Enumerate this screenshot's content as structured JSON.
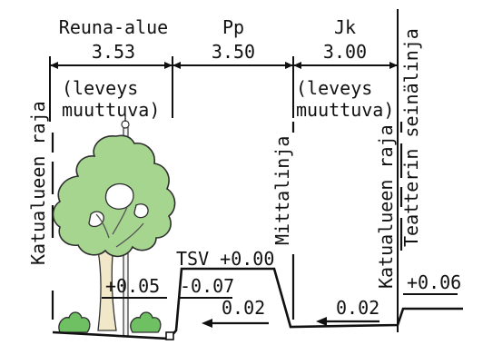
{
  "sections": [
    {
      "name": "Reuna-alue",
      "width": "3.53",
      "note_line1": "(leveys",
      "note_line2": "muuttuva)"
    },
    {
      "name": "Pp",
      "width": "3.50"
    },
    {
      "name": "Jk",
      "width": "3.00",
      "note_line1": "(leveys",
      "note_line2": "muuttuva)"
    }
  ],
  "vertical_labels": {
    "left_boundary": "Katualueen raja",
    "measure_line": "Mittalinja",
    "right_boundary": "Katualueen raja",
    "theatre_wall": "Teatterin seinälinja"
  },
  "levels": {
    "edge": "+0.05",
    "tsv": "TSV +0.00",
    "curb": "-0.07",
    "wall": "+0.06"
  },
  "slopes": [
    "0.02",
    "0.02"
  ],
  "colors": {
    "line": "#111111",
    "foliage": "#a6d590",
    "foliage_stroke": "#2e2e2e",
    "trunk": "#f1e7c9",
    "shrub": "#6fbf63"
  }
}
